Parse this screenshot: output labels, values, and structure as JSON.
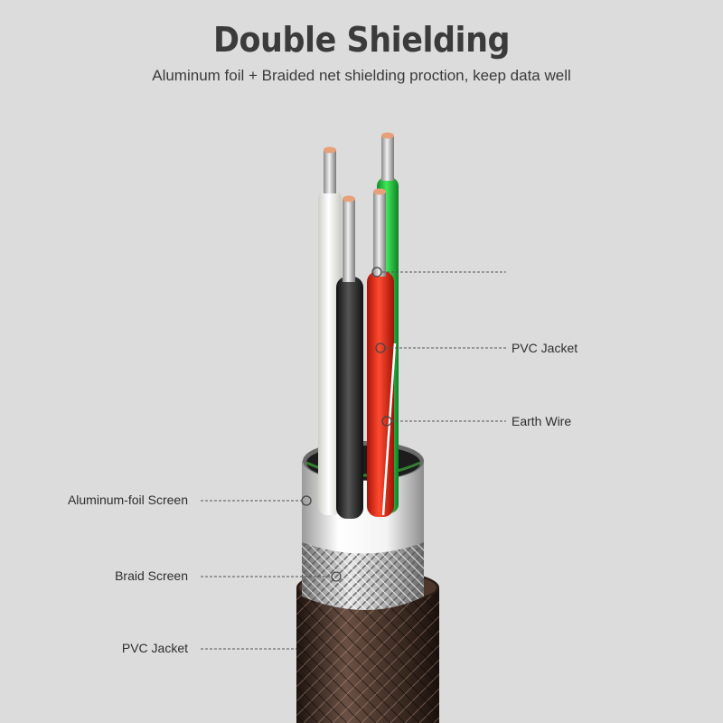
{
  "header": {
    "title": "Double Shielding",
    "subtitle": "Aluminum foil + Braided net shielding proction, keep data well"
  },
  "labels": {
    "right": [
      {
        "id": "blank",
        "text": ""
      },
      {
        "id": "pvc-jacket-inner",
        "text": "PVC Jacket"
      },
      {
        "id": "earth-wire",
        "text": "Earth Wire"
      }
    ],
    "left": [
      {
        "id": "aluminum-foil",
        "text": "Aluminum-foil Screen"
      },
      {
        "id": "braid-screen",
        "text": "Braid Screen"
      },
      {
        "id": "pvc-jacket-outer",
        "text": "PVC Jacket"
      }
    ]
  },
  "colors": {
    "background": "#dcdcdc",
    "white_wire": "#f2f2ee",
    "black_wire": "#2a2a2a",
    "red_wire": "#e02a1a",
    "green_wire": "#22c03a",
    "copper": "#e8a07a",
    "outer_jacket": "#3a2a22"
  }
}
